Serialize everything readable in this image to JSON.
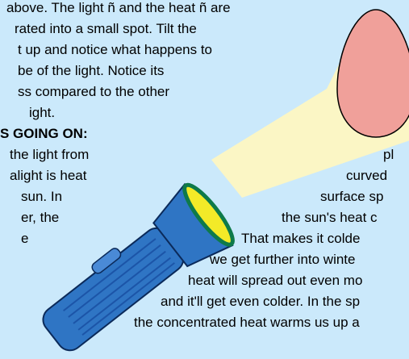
{
  "top_paragraph": {
    "lines": [
      "above. The light ñ and the heat ñ are",
      "rated into a small spot. Tilt the",
      "t up and notice what happens to",
      "be of the light. Notice its",
      "ss compared to the other",
      "ight."
    ]
  },
  "left_section": {
    "heading": "S GOING ON:",
    "lines": [
      "the light from",
      "alight is heat",
      "sun. In",
      "er, the",
      "e"
    ]
  },
  "right_paragraph": {
    "lines": [
      "pl",
      "curved",
      "surface sp",
      "the sun's heat c",
      "That makes it colde",
      "we get further into winte",
      "heat will spread out even mo",
      "and it'll get even colder. In the sp",
      "the concentrated heat warms us up a"
    ]
  },
  "colors": {
    "background": "#cbe9fb",
    "egg": "#f0a09a",
    "beam": "#fdf7c2",
    "flashlight_body": "#2f75c4",
    "flashlight_ridge": "#1c55a8",
    "lens": "#f3ea28",
    "lens_rim": "#0e7a4a"
  },
  "illustration": {
    "object": "egg-shape",
    "light_source": "flashlight",
    "effect": "light-beam"
  }
}
